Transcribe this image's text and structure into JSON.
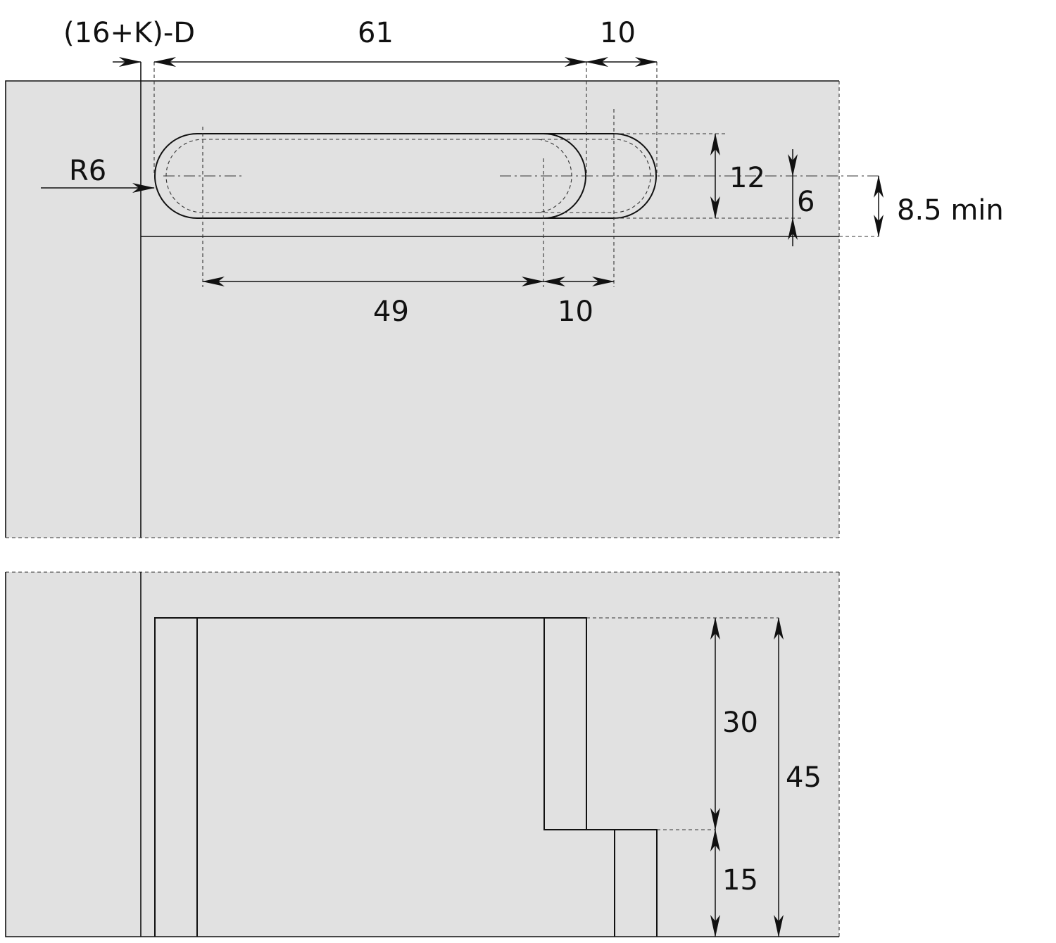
{
  "dimensions": {
    "offset_formula": "(16+K)-D",
    "slot_length": "61",
    "right_extension_top": "10",
    "radius": "R6",
    "slot_width": "12",
    "half_width": "6",
    "min_edge_distance": "8.5 min",
    "center_distance": "49",
    "right_extension_bottom": "10",
    "depth_upper": "30",
    "depth_total": "45",
    "depth_lower": "15"
  },
  "colors": {
    "panel_fill": "#e1e1e1",
    "line": "#111111",
    "background": "#ffffff"
  }
}
